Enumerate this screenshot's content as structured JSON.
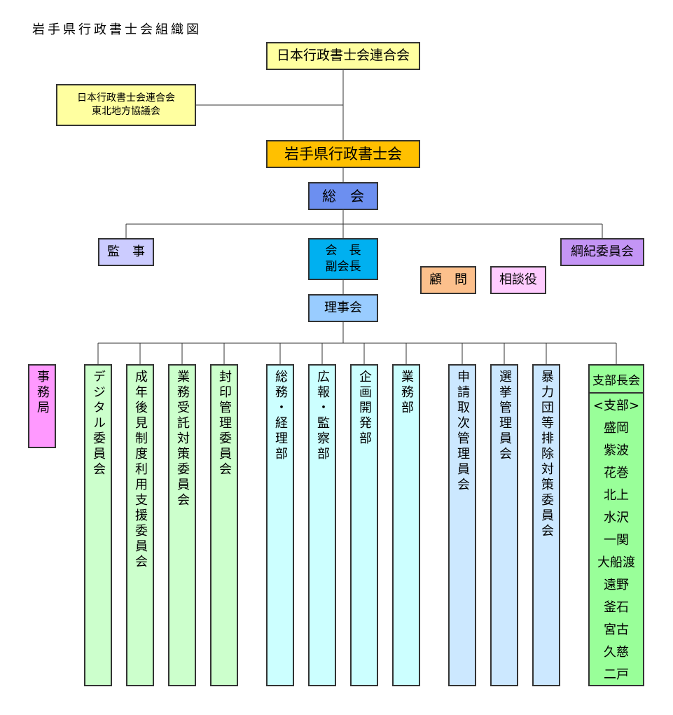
{
  "title": "岩手県行政書士会組織図",
  "colors": {
    "pale_yellow": "#ffffa0",
    "orange": "#ffc000",
    "blue": "#6c8ff0",
    "lavender": "#ccccff",
    "cyan": "#00b0f0",
    "purple": "#c495f5",
    "peach": "#fcc08c",
    "pink": "#ffccff",
    "light_blue": "#99ccff",
    "magenta": "#ff99ff",
    "light_green": "#ccffcc",
    "light_cyan": "#ccffff",
    "pale_blue": "#cce8ff",
    "green": "#99ff99"
  },
  "top": {
    "federation": "日本行政書士会連合会",
    "tohoku_line1": "日本行政書士会連合会",
    "tohoku_line2": "東北地方協議会",
    "iwate": "岩手県行政書士会",
    "general_assembly": "総　会",
    "auditor": "監　事",
    "president_line1": "会　長",
    "president_line2": "副会長",
    "discipline": "綱紀委員会",
    "advisor": "顧　問",
    "counselor": "相談役",
    "board": "理事会"
  },
  "units": {
    "secretariat": "事務局",
    "digital": "デジタル委員会",
    "guardianship": "成年後見制度利用支援委員会",
    "business_support": "業務受託対策委員会",
    "seal": "封印管理委員会",
    "general_affairs": "総務・経理部",
    "pr": "広報・監察部",
    "planning": "企画開発部",
    "operations": "業務部",
    "application": "申請取次管理員会",
    "election": "選挙管理員会",
    "anti_gang": "暴力団等排除対策委員会"
  },
  "branches": {
    "header": "支部長会",
    "subheader": "<支部>",
    "items": [
      "盛岡",
      "紫波",
      "花巻",
      "北上",
      "水沢",
      "一関",
      "大船渡",
      "遠野",
      "釜石",
      "宮古",
      "久慈",
      "二戸"
    ]
  }
}
